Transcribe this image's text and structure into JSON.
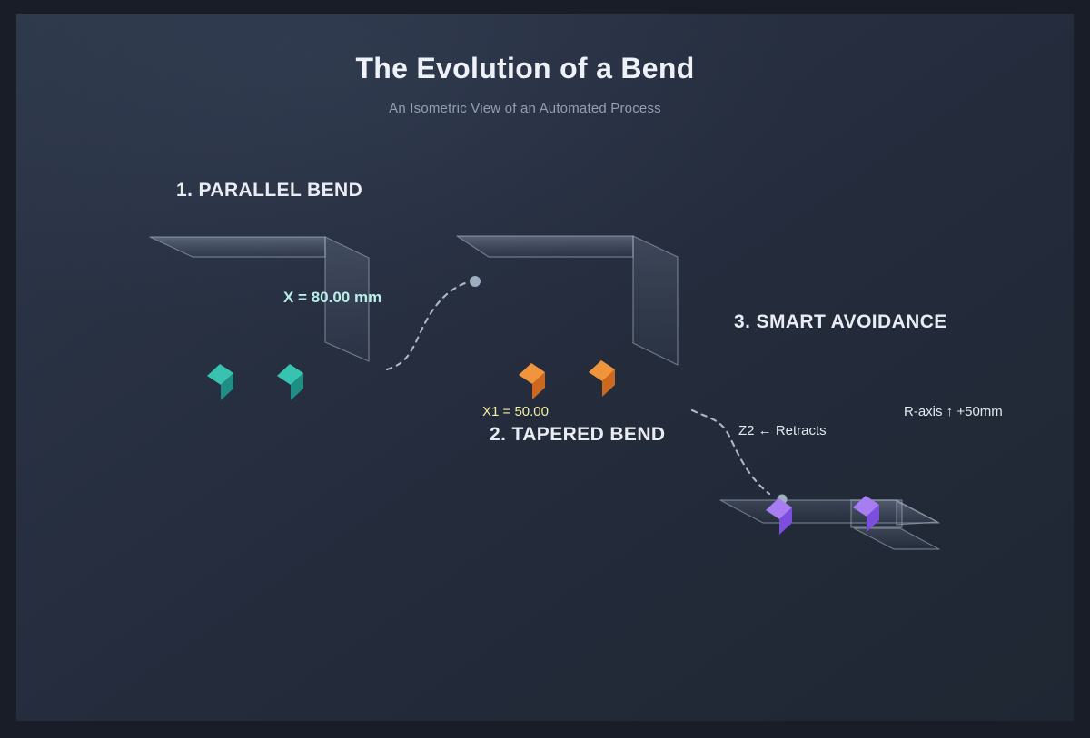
{
  "header": {
    "title": "The Evolution of a Bend",
    "subtitle": "An Isometric View of an Automated Process"
  },
  "stages": [
    {
      "heading": "1. PARALLEL BEND",
      "dimension_label": "X = 80.00 mm",
      "stop_light": "#38c2b0",
      "stop_dark": "#1f8e85"
    },
    {
      "heading": "2. TAPERED BEND",
      "dimension_label": "X1 = 50.00",
      "stop_light": "#f0953c",
      "stop_dark": "#cd6820"
    },
    {
      "heading": "3. SMART AVOIDANCE",
      "retract_label": "Z2 ← Retracts",
      "raxis_label": "R-axis ↑ +50mm",
      "stop_light": "#a87df2",
      "stop_dark": "#7b4ede"
    }
  ],
  "colors": {
    "frame": "#181d28",
    "panel_top": "#2d3749",
    "panel_bottom": "#1f2733",
    "heading_text": "#e9edf3",
    "subtitle_text": "#93a0b1",
    "dimension_label_stage1": "#b9eee9",
    "dimension_label_stage2": "#f3eda6",
    "stage3_label": "#e3e8ef",
    "sheet_stroke": "#a8b4c8",
    "path_stroke": "#c9d0da",
    "waypoint_dot": "#9fadc0"
  }
}
